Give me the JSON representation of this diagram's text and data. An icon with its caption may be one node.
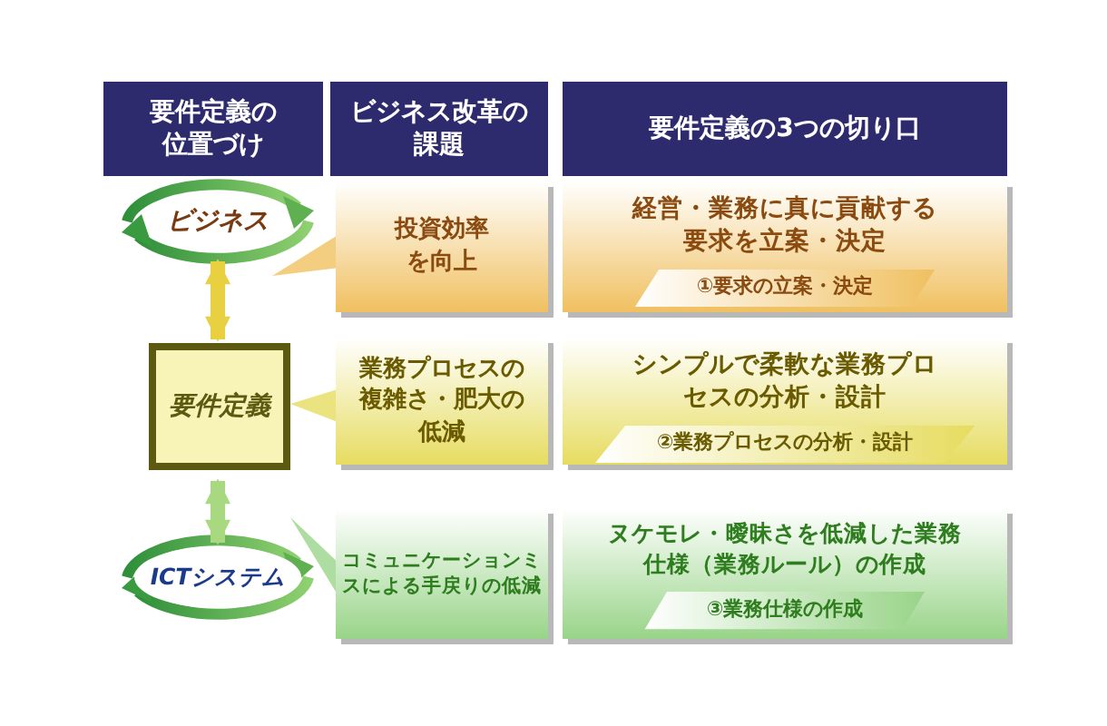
{
  "diagram": {
    "nodes": [
      {
        "text": [
          "要件定義の位置づけ"
        ]
      },
      {
        "text": [
          "ビジネス改革の課題"
        ]
      },
      {
        "text": [
          "要件定義の3つの切り口"
        ]
      },
      {
        "text": [
          "ビジネス"
        ]
      },
      {
        "text": [
          "要件定義"
        ]
      },
      {
        "text": [
          "ICTシステム"
        ]
      },
      {
        "text": [
          "投資効率を向上"
        ]
      },
      {
        "text": [
          "業務プロセスの複雑さ・肥大の低減"
        ]
      },
      {
        "text": [
          "コミュニケーションミスによる手戻りの低減"
        ]
      },
      {
        "text": [
          "経営・業務に真に貢献する要求を立案・決定",
          "①要求の立案・決定"
        ]
      },
      {
        "text": [
          "シンプルで柔軟な業務プロセスの分析・設計",
          "②業務プロセスの分析・設計"
        ]
      },
      {
        "text": [
          "ヌケモレ・曖昧さを低減した業務仕様（業務ルール）の作成",
          "③業務仕様の作成"
        ]
      }
    ],
    "edges": [
      {
        "from": 3,
        "to": 4,
        "arrow": "both",
        "color": "#e8d040"
      },
      {
        "from": 4,
        "to": 5,
        "arrow": "both",
        "color": "#a8d880"
      }
    ]
  }
}
